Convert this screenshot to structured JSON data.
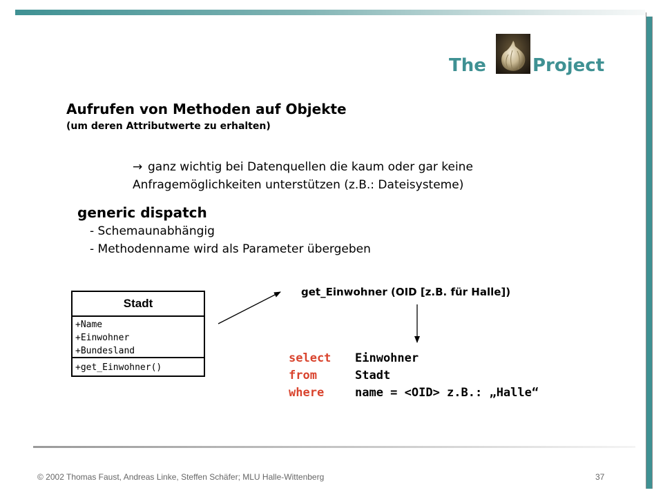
{
  "logo": {
    "word_left": "The",
    "word_right": "Project",
    "accent_color": "#3f9193"
  },
  "heading": {
    "title": "Aufrufen von Methoden auf Objekte",
    "subtitle": "(um deren Attributwerte zu erhalten)"
  },
  "note": {
    "arrow": "→",
    "line1": "ganz wichtig bei Datenquellen die kaum oder gar keine",
    "line2": "Anfragemöglichkeiten unterstützen (z.B.: Dateisysteme)"
  },
  "generic_dispatch": {
    "title": "generic dispatch",
    "items": [
      "- Schemaunabhängig",
      "- Methodenname wird als Parameter übergeben"
    ]
  },
  "uml": {
    "class_name": "Stadt",
    "attributes": [
      "+Name",
      "+Einwohner",
      "+Bundesland"
    ],
    "operations": [
      "+get_Einwohner()"
    ]
  },
  "method_call": "get_Einwohner (OID [z.B. für Halle])",
  "sql": {
    "rows": [
      {
        "keyword": "select",
        "text": "Einwohner"
      },
      {
        "keyword": "from",
        "text": "Stadt"
      },
      {
        "keyword": "where",
        "text": "name = <OID> z.B.: „Halle“"
      }
    ],
    "keyword_color": "#d9442e"
  },
  "footer": {
    "copyright": "© 2002 Thomas Faust, Andreas Linke, Steffen Schäfer; MLU Halle-Wittenberg",
    "page_number": "37"
  }
}
